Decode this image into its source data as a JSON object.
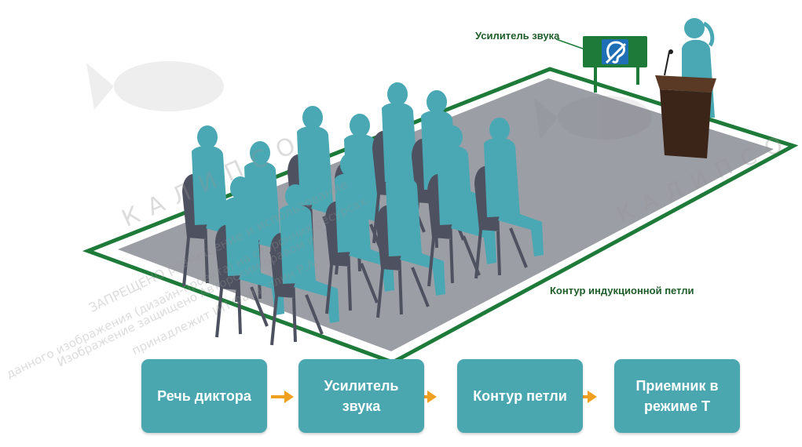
{
  "labels": {
    "amplifier": "Усилитель звука",
    "loop_contour": "Контур индукционной петли"
  },
  "flow": {
    "steps": [
      {
        "label": "Речь диктора"
      },
      {
        "label": "Усилитель звука"
      },
      {
        "label": "Контур петли"
      },
      {
        "label": "Приемник в режиме Т"
      }
    ]
  },
  "watermark": {
    "brand": "КАЛИПСО",
    "line1": "ЗАПРЕЩЕНО размещение и использование",
    "line2": "данного изображения (дизайн-проекта) на сторонних ресурсах.",
    "line3": "Изображение защищено Авторским правом и",
    "line4": "принадлежит ИП Файзуллин Р.А."
  },
  "colors": {
    "loop_border": "#1e7a38",
    "floor": "#9c9ea6",
    "people": "#4aa8b4",
    "chairs": "#4e5260",
    "flow_box": "#4aa7b0",
    "arrow": "#f0a020",
    "podium": "#3a2518"
  }
}
